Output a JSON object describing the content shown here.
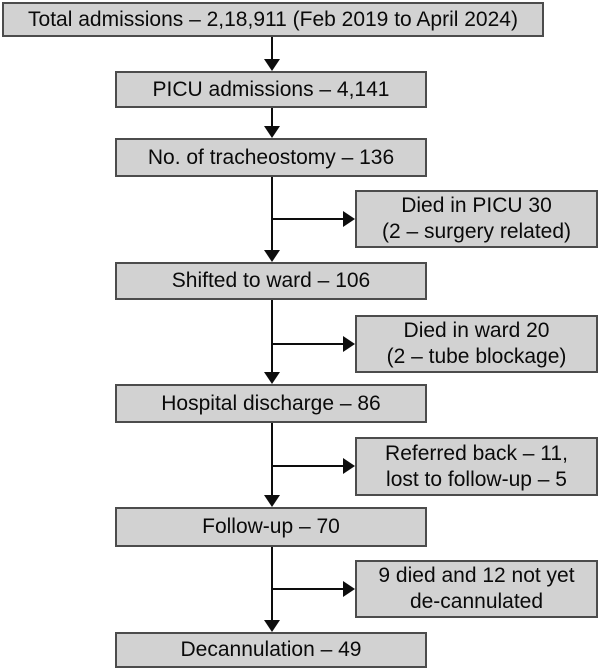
{
  "flowchart": {
    "colors": {
      "background": "#ffffff",
      "box_fill": "#d2d2d2",
      "box_border": "#4c4c4c",
      "arrow": "#0d0d0d",
      "text": "#0a0a0a"
    },
    "main_nodes": [
      {
        "label": "Total admissions – 2,18,911 (Feb 2019 to April 2024)"
      },
      {
        "label": "PICU admissions – 4,141"
      },
      {
        "label": "No. of tracheostomy – 136"
      },
      {
        "label": "Shifted to ward – 106"
      },
      {
        "label": "Hospital discharge – 86"
      },
      {
        "label": "Follow-up – 70"
      },
      {
        "label": "Decannulation – 49"
      }
    ],
    "branch_nodes": [
      {
        "line1": "Died in PICU 30",
        "line2": "(2 – surgery related)"
      },
      {
        "line1": "Died in ward 20",
        "line2": "(2 – tube blockage)"
      },
      {
        "line1": "Referred back – 11,",
        "line2": "lost to follow-up – 5"
      },
      {
        "line1": "9 died and 12 not yet",
        "line2": "de-cannulated"
      }
    ]
  }
}
